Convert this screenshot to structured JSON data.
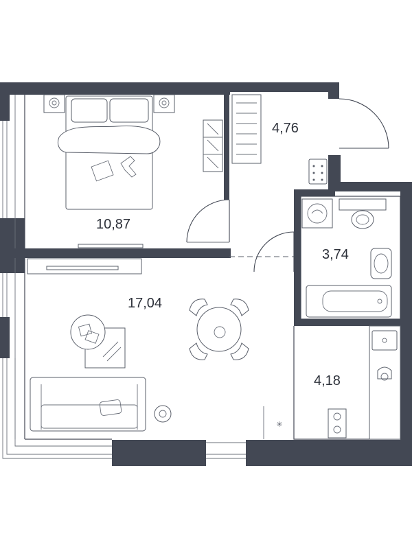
{
  "rooms": {
    "bedroom_area": "10,87",
    "hall_area": "4,76",
    "bathroom_area": "3,74",
    "living_area": "17,04",
    "kitchen_area": "4,18"
  },
  "colors": {
    "wall": "#434854",
    "line": "#5a5f6a",
    "background": "#ffffff"
  }
}
